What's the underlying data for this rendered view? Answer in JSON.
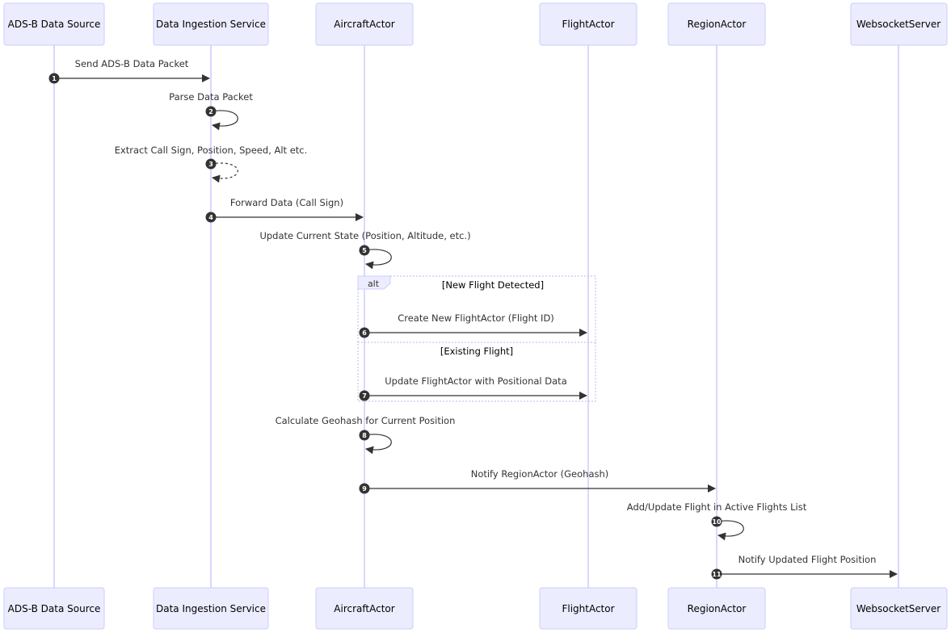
{
  "participants": [
    {
      "id": "ads_b",
      "label": "ADS-B Data Source"
    },
    {
      "id": "ingest",
      "label": "Data Ingestion Service"
    },
    {
      "id": "aircraft",
      "label": "AircraftActor"
    },
    {
      "id": "flight",
      "label": "FlightActor"
    },
    {
      "id": "region",
      "label": "RegionActor"
    },
    {
      "id": "websocket",
      "label": "WebsocketServer"
    }
  ],
  "messages": [
    {
      "number": "1",
      "from": "ads_b",
      "to": "ingest",
      "label": "Send ADS-B Data Packet",
      "style": "solid"
    },
    {
      "number": "2",
      "from": "ingest",
      "to": "ingest",
      "label": "Parse Data Packet",
      "style": "solid"
    },
    {
      "number": "3",
      "from": "ingest",
      "to": "ingest",
      "label": "Extract Call Sign, Position, Speed, Alt etc.",
      "style": "dashed"
    },
    {
      "number": "4",
      "from": "ingest",
      "to": "aircraft",
      "label": "Forward Data (Call Sign)",
      "style": "solid"
    },
    {
      "number": "5",
      "from": "aircraft",
      "to": "aircraft",
      "label": "Update Current State (Position, Altitude, etc.)",
      "style": "solid"
    },
    {
      "number": "6",
      "from": "aircraft",
      "to": "flight",
      "label": "Create New FlightActor (Flight ID)",
      "style": "solid"
    },
    {
      "number": "7",
      "from": "aircraft",
      "to": "flight",
      "label": "Update FlightActor with Positional Data",
      "style": "solid"
    },
    {
      "number": "8",
      "from": "aircraft",
      "to": "aircraft",
      "label": "Calculate Geohash for Current Position",
      "style": "solid"
    },
    {
      "number": "9",
      "from": "aircraft",
      "to": "region",
      "label": "Notify RegionActor (Geohash)",
      "style": "solid"
    },
    {
      "number": "10",
      "from": "region",
      "to": "region",
      "label": "Add/Update Flight in Active Flights List",
      "style": "solid"
    },
    {
      "number": "11",
      "from": "region",
      "to": "websocket",
      "label": "Notify Updated Flight Position",
      "style": "solid"
    }
  ],
  "alt_frame": {
    "keyword": "alt",
    "sections": [
      {
        "condition": "[New Flight Detected]"
      },
      {
        "condition": "[Existing Flight]"
      }
    ]
  },
  "colors": {
    "actor_fill": "#ECECFF",
    "actor_border": "#CCCCFF",
    "lifeline": "#CCCCFF",
    "message": "#333333"
  }
}
